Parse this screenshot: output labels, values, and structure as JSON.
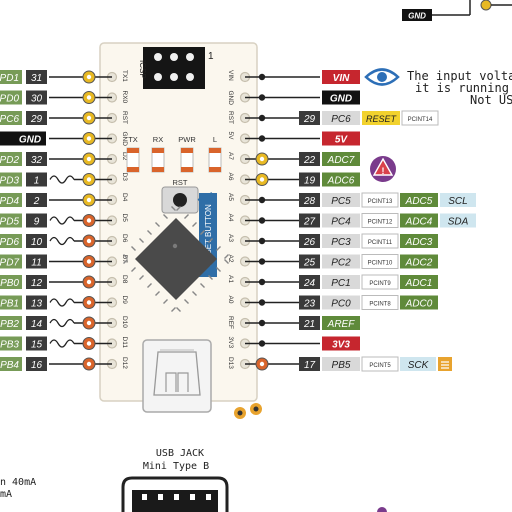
{
  "top": {
    "gnd_label": "GND"
  },
  "board": {
    "icsp_label": "ICSP",
    "icsp_pin1": "1",
    "header_left_labels": [
      "TX1",
      "RX0",
      "RST",
      "GND",
      "D2",
      "D3",
      "D4",
      "D5",
      "D6",
      "D7",
      "D8",
      "D9",
      "D10",
      "D11",
      "D12"
    ],
    "header_right_labels": [
      "VIN",
      "GND",
      "RST",
      "5V",
      "A7",
      "A6",
      "A5",
      "A4",
      "A3",
      "A2",
      "A1",
      "A0",
      "REF",
      "3V3",
      "D13"
    ],
    "led_labels": [
      "TX",
      "RX",
      "PWR",
      "L"
    ],
    "rst_label": "RST",
    "reset_button_label": "RESET BUTTON"
  },
  "left_pins": [
    {
      "num": "31",
      "name": "PD1"
    },
    {
      "num": "30",
      "name": "PD0"
    },
    {
      "num": "29",
      "name": "PC6"
    },
    {
      "num": "",
      "name": "GND"
    },
    {
      "num": "32",
      "name": "PD2"
    },
    {
      "num": "1",
      "name": "PD3"
    },
    {
      "num": "2",
      "name": "PD4"
    },
    {
      "num": "9",
      "name": "PD5"
    },
    {
      "num": "10",
      "name": "PD6"
    },
    {
      "num": "11",
      "name": "PD7"
    },
    {
      "num": "12",
      "name": "PB0"
    },
    {
      "num": "13",
      "name": "PB1"
    },
    {
      "num": "14",
      "name": "PB2"
    },
    {
      "num": "15",
      "name": "PB3"
    },
    {
      "num": "16",
      "name": "PB4"
    }
  ],
  "right_pins": [
    {
      "label": "VIN",
      "pin": "",
      "port": "",
      "pcint": "",
      "f1": "",
      "f2": ""
    },
    {
      "label": "GND",
      "pin": "",
      "port": "",
      "pcint": "",
      "f1": "",
      "f2": ""
    },
    {
      "label": "",
      "pin": "29",
      "port": "PC6",
      "pcint": "PCINT14",
      "f1": "RESET",
      "f2": ""
    },
    {
      "label": "5V",
      "pin": "",
      "port": "",
      "pcint": "",
      "f1": "",
      "f2": ""
    },
    {
      "label": "",
      "pin": "22",
      "port": "ADC7",
      "pcint": "",
      "f1": "",
      "f2": ""
    },
    {
      "label": "",
      "pin": "19",
      "port": "ADC6",
      "pcint": "",
      "f1": "",
      "f2": ""
    },
    {
      "label": "",
      "pin": "28",
      "port": "PC5",
      "pcint": "PCINT13",
      "f1": "ADC5",
      "f2": "SCL"
    },
    {
      "label": "",
      "pin": "27",
      "port": "PC4",
      "pcint": "PCINT12",
      "f1": "ADC4",
      "f2": "SDA"
    },
    {
      "label": "",
      "pin": "26",
      "port": "PC3",
      "pcint": "PCINT11",
      "f1": "ADC3",
      "f2": ""
    },
    {
      "label": "",
      "pin": "25",
      "port": "PC2",
      "pcint": "PCINT10",
      "f1": "ADC2",
      "f2": ""
    },
    {
      "label": "",
      "pin": "24",
      "port": "PC1",
      "pcint": "PCINT9",
      "f1": "ADC1",
      "f2": ""
    },
    {
      "label": "",
      "pin": "23",
      "port": "PC0",
      "pcint": "PCINT8",
      "f1": "ADC0",
      "f2": ""
    },
    {
      "label": "",
      "pin": "21",
      "port": "AREF",
      "pcint": "",
      "f1": "",
      "f2": ""
    },
    {
      "label": "3V3",
      "pin": "",
      "port": "",
      "pcint": "",
      "f1": "",
      "f2": ""
    },
    {
      "label": "",
      "pin": "17",
      "port": "PB5",
      "pcint": "PCINT5",
      "f1": "SCK",
      "f2": ""
    }
  ],
  "note": {
    "line1": "The input volta",
    "line2": "it is running",
    "line3": "Not US"
  },
  "usb": {
    "line1": "USB JACK",
    "line2": "Mini Type B"
  },
  "bottom_left": {
    "line1": "n 40mA",
    "line2": "mA"
  },
  "colors": {
    "pin_label_dark": "#3a3a3a",
    "power_red": "#c6262e",
    "gnd_black": "#111111",
    "analog_green": "#5f8a3a",
    "port_gray": "#d9d9d9",
    "reset_yellow": "#f2d22e",
    "i2c_blue": "#cfe6ef",
    "pin_gold": "#e8b923",
    "pin_orange": "#d9642b",
    "warning_purple": "#7a3b8c",
    "info_blue": "#2d6fb7"
  }
}
